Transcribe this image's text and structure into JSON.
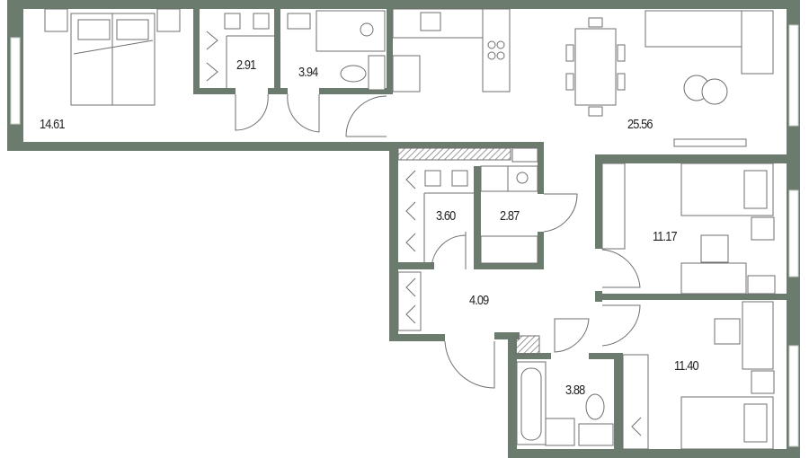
{
  "plan": {
    "wall_color": "#6b7b6e",
    "rooms": [
      {
        "id": "bedroom-main",
        "area": "14.61"
      },
      {
        "id": "wardrobe-1",
        "area": "2.91"
      },
      {
        "id": "bathroom-1",
        "area": "3.94"
      },
      {
        "id": "kitchen-living",
        "area": "25.56"
      },
      {
        "id": "wardrobe-2",
        "area": "3.60"
      },
      {
        "id": "laundry",
        "area": "2.87"
      },
      {
        "id": "bedroom-2",
        "area": "11.17"
      },
      {
        "id": "hallway",
        "area": "4.09"
      },
      {
        "id": "bathroom-2",
        "area": "3.88"
      },
      {
        "id": "bedroom-3",
        "area": "11.40"
      }
    ]
  }
}
